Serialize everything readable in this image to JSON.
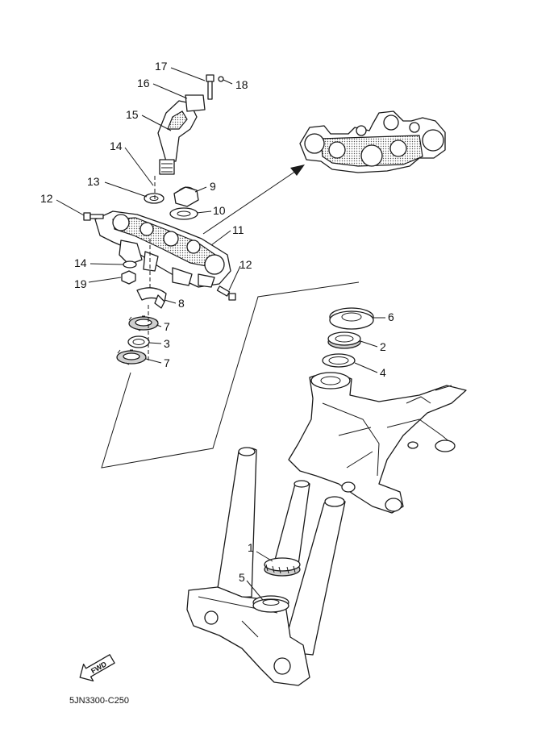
{
  "diagram": {
    "part_code": "5JN3300-C250",
    "fwd_label": "FWD",
    "callouts": [
      {
        "id": "c17",
        "label": "17"
      },
      {
        "id": "c18",
        "label": "18"
      },
      {
        "id": "c16",
        "label": "16"
      },
      {
        "id": "c15",
        "label": "15"
      },
      {
        "id": "c14a",
        "label": "14"
      },
      {
        "id": "c13",
        "label": "13"
      },
      {
        "id": "c9",
        "label": "9"
      },
      {
        "id": "c12a",
        "label": "12"
      },
      {
        "id": "c10",
        "label": "10"
      },
      {
        "id": "c11",
        "label": "11"
      },
      {
        "id": "c14b",
        "label": "14"
      },
      {
        "id": "c12b",
        "label": "12"
      },
      {
        "id": "c19",
        "label": "19"
      },
      {
        "id": "c8",
        "label": "8"
      },
      {
        "id": "c7a",
        "label": "7"
      },
      {
        "id": "c3",
        "label": "3"
      },
      {
        "id": "c7b",
        "label": "7"
      },
      {
        "id": "c6",
        "label": "6"
      },
      {
        "id": "c2",
        "label": "2"
      },
      {
        "id": "c4",
        "label": "4"
      },
      {
        "id": "c1",
        "label": "1"
      },
      {
        "id": "c5",
        "label": "5"
      }
    ]
  }
}
